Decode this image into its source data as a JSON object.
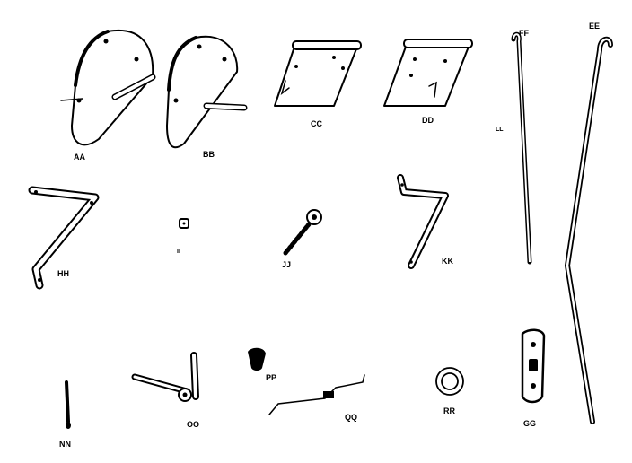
{
  "parts": [
    {
      "id": "aa",
      "label": "AA"
    },
    {
      "id": "bb",
      "label": "BB"
    },
    {
      "id": "cc",
      "label": "CC"
    },
    {
      "id": "dd",
      "label": "DD"
    },
    {
      "id": "ff",
      "label": "FF"
    },
    {
      "id": "ee",
      "label": "EE"
    },
    {
      "id": "hh",
      "label": "HH"
    },
    {
      "id": "ii",
      "label": "II"
    },
    {
      "id": "jj",
      "label": "JJ"
    },
    {
      "id": "kk",
      "label": "KK"
    },
    {
      "id": "nn",
      "label": "NN"
    },
    {
      "id": "oo",
      "label": "OO"
    },
    {
      "id": "pp",
      "label": "PP"
    },
    {
      "id": "qq",
      "label": "QQ"
    },
    {
      "id": "rr",
      "label": "RR"
    },
    {
      "id": "gg",
      "label": "GG"
    }
  ],
  "marks": {
    "ll": "LL"
  }
}
